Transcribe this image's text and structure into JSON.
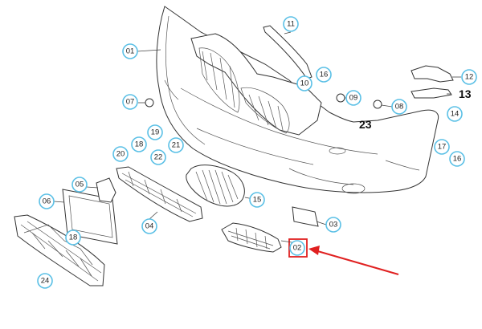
{
  "callouts": [
    {
      "id": "c01",
      "label": "01"
    },
    {
      "id": "c02",
      "label": "02"
    },
    {
      "id": "c03",
      "label": "03"
    },
    {
      "id": "c04",
      "label": "04"
    },
    {
      "id": "c05",
      "label": "05"
    },
    {
      "id": "c06",
      "label": "06"
    },
    {
      "id": "c07",
      "label": "07"
    },
    {
      "id": "c08",
      "label": "08"
    },
    {
      "id": "c09",
      "label": "09"
    },
    {
      "id": "c10",
      "label": "10"
    },
    {
      "id": "c11",
      "label": "11"
    },
    {
      "id": "c12",
      "label": "12"
    },
    {
      "id": "c14",
      "label": "14"
    },
    {
      "id": "c15",
      "label": "15"
    },
    {
      "id": "c16a",
      "label": "16"
    },
    {
      "id": "c16b",
      "label": "16"
    },
    {
      "id": "c17",
      "label": "17"
    },
    {
      "id": "c18a",
      "label": "18"
    },
    {
      "id": "c18b",
      "label": "18"
    },
    {
      "id": "c19",
      "label": "19"
    },
    {
      "id": "c20",
      "label": "20"
    },
    {
      "id": "c21",
      "label": "21"
    },
    {
      "id": "c22",
      "label": "22"
    },
    {
      "id": "c24",
      "label": "24"
    }
  ],
  "plain_labels": {
    "p13": "13",
    "p23": "23"
  },
  "colors": {
    "callout_ring": "#5bc0e6",
    "highlight": "#e02020",
    "line": "#333333"
  }
}
